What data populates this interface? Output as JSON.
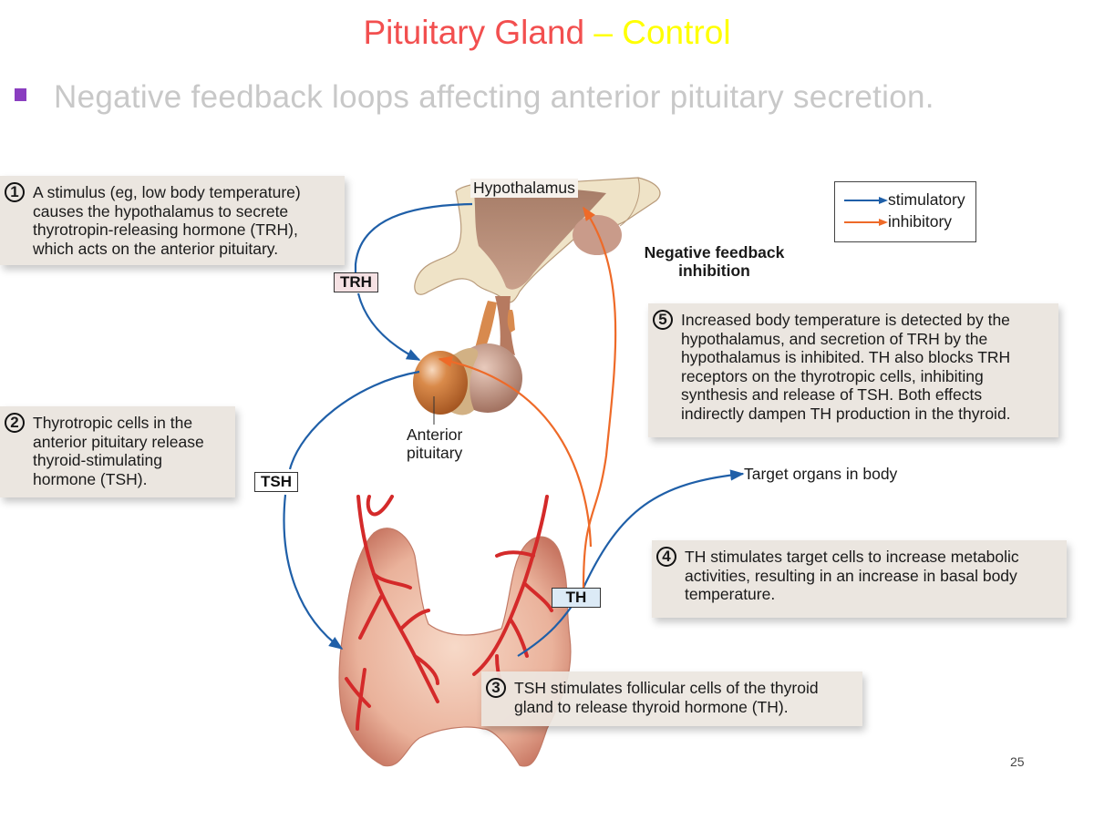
{
  "title": {
    "part1": "Pituitary Gland",
    "part2": "– Control"
  },
  "bullet": {
    "text": "Negative feedback loops affecting anterior pituitary secretion."
  },
  "colors": {
    "title_red": "#f24f4f",
    "title_yellow": "#ffff00",
    "bullet_purple": "#8a3ec0",
    "bullet_text_gray": "#c8c8c8",
    "stimulatory_blue": "#1f5fa8",
    "inhibitory_orange": "#ee6a28",
    "box_bg": "#ebe6e0"
  },
  "legend": {
    "items": [
      {
        "label": "stimulatory",
        "kind": "stimulatory"
      },
      {
        "label": "inhibitory",
        "kind": "inhibitory"
      }
    ]
  },
  "structures": {
    "hypothalamus": "Hypothalamus",
    "anterior_pituitary_line1": "Anterior",
    "anterior_pituitary_line2": "pituitary",
    "target_organs": "Target organs in body",
    "negative_feedback_line1": "Negative feedback",
    "negative_feedback_line2": "inhibition"
  },
  "hormone_tags": {
    "trh": "TRH",
    "tsh": "TSH",
    "th": "TH"
  },
  "steps": [
    {
      "num": "1",
      "text": "A stimulus (eg, low body temperature) causes the hypothalamus to secrete thyrotropin-releasing hormone (TRH), which acts on the anterior pituitary."
    },
    {
      "num": "2",
      "text": "Thyrotropic cells in the anterior pituitary release thyroid-stimulating hormone (TSH)."
    },
    {
      "num": "3",
      "text": "TSH stimulates follicular cells of the thyroid gland to release thyroid hormone (TH)."
    },
    {
      "num": "4",
      "text": "TH stimulates target cells to increase metabolic activities, resulting in an increase in basal body temperature."
    },
    {
      "num": "5",
      "text": "Increased body temperature is detected by the hypothalamus, and secretion of TRH by the hypothalamus is inhibited. TH also blocks TRH receptors on the thyrotropic cells, inhibiting synthesis and release of TSH. Both effects indirectly dampen TH production in the thyroid."
    }
  ],
  "page_number": "25"
}
